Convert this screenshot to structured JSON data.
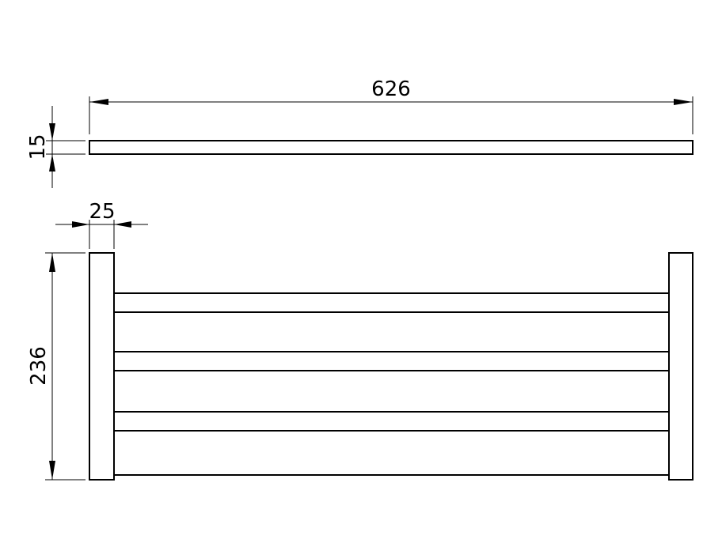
{
  "dimensions": {
    "overall_width": "626",
    "thickness": "15",
    "bracket_width": "25",
    "overall_depth": "236"
  },
  "colors": {
    "line": "#000000",
    "background": "#ffffff"
  }
}
